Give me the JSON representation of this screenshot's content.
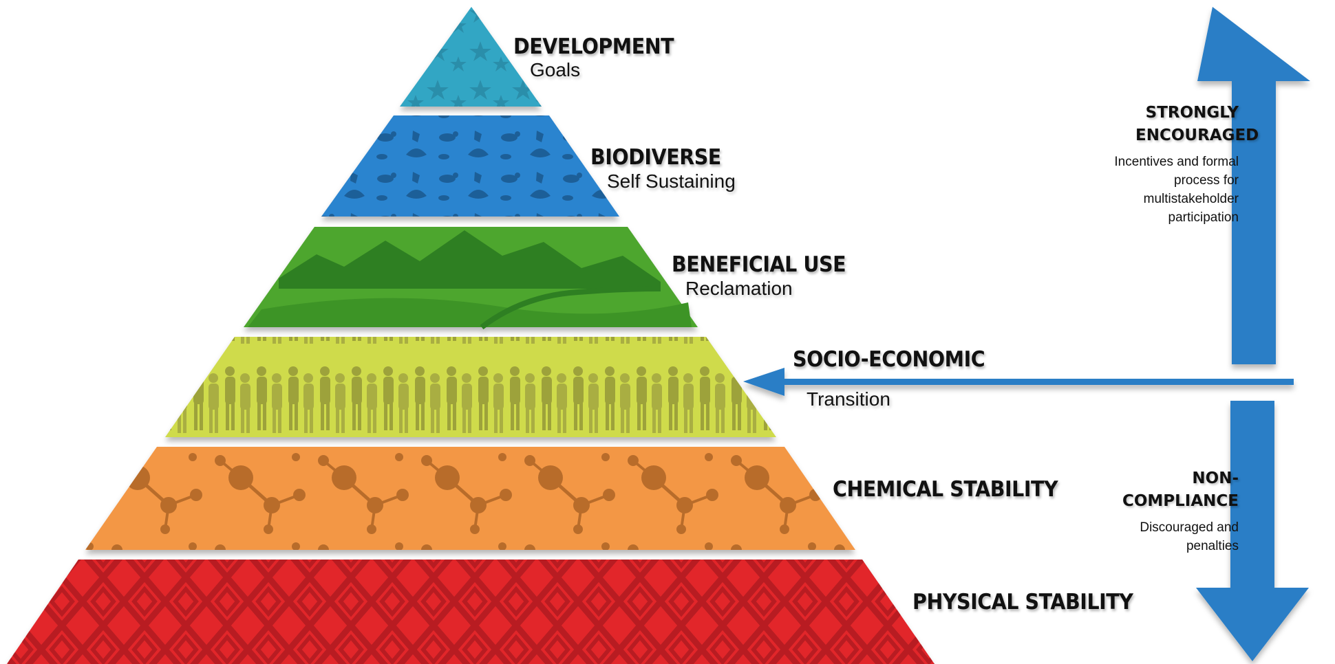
{
  "levels": [
    {
      "title": "DEVELOPMENT",
      "subtitle": "Goals",
      "fill": "#33A6C4",
      "pattern": "stars"
    },
    {
      "title": "BIODIVERSE",
      "subtitle": "Self Sustaining",
      "fill": "#2B84CF",
      "pattern": "animal-silhouettes"
    },
    {
      "title": "BENEFICIAL USE",
      "subtitle": "Reclamation",
      "fill": "#4EA62E",
      "pattern": "mountain-landscape"
    },
    {
      "title": "SOCIO-ECONOMIC",
      "subtitle": "Transition",
      "fill": "#CFDB4C",
      "pattern": "people-silhouettes"
    },
    {
      "title": "CHEMICAL STABILITY",
      "subtitle": "",
      "fill": "#F39745",
      "pattern": "molecules"
    },
    {
      "title": "PHYSICAL STABILITY",
      "subtitle": "",
      "fill": "#E2272A",
      "pattern": "geometric-tiles"
    }
  ],
  "up_arrow": {
    "title": "STRONGLY ENCOURAGED",
    "text": "Incentives and formal process for multistakeholder participation",
    "color": "#2B7EC6",
    "icon": "arrow-up-icon"
  },
  "down_arrow": {
    "title": "NON-COMPLIANCE",
    "text": "Discouraged and penalties",
    "color": "#2B7EC6",
    "icon": "arrow-down-icon"
  },
  "pointer_arrow": {
    "color": "#2B7EC6",
    "icon": "arrow-left-icon"
  }
}
